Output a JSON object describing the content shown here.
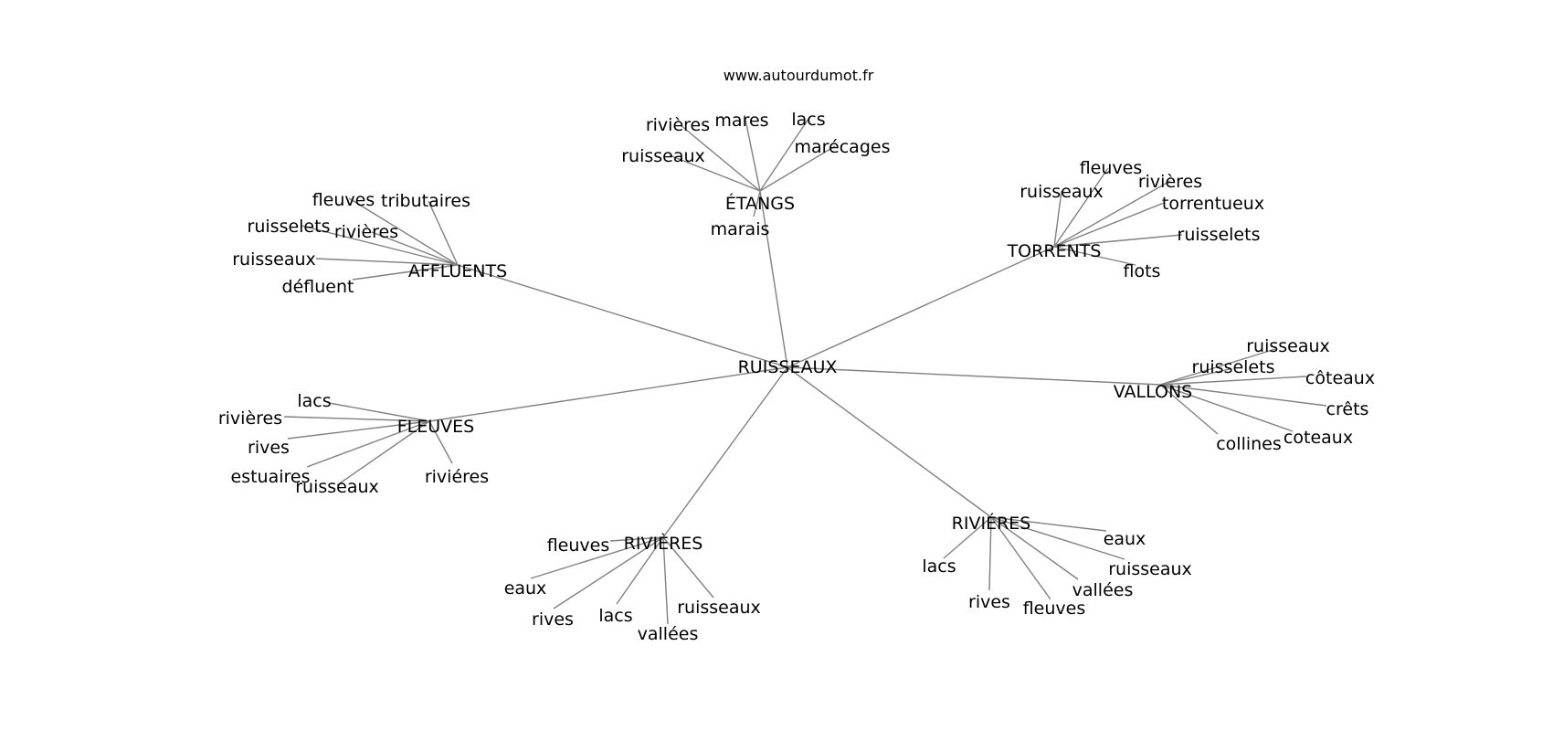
{
  "source": "www.autourdumot.fr",
  "center": "RUISSEAUX",
  "hubs": [
    {
      "label": "ÉTANGS",
      "words": [
        "rivières",
        "mares",
        "lacs",
        "marécages",
        "ruisseaux",
        "marais"
      ]
    },
    {
      "label": "AFFLUENTS",
      "words": [
        "fleuves",
        "tributaires",
        "ruisselets",
        "rivières",
        "ruisseaux",
        "défluent"
      ]
    },
    {
      "label": "TORRENTS",
      "words": [
        "fleuves",
        "ruisseaux",
        "rivières",
        "torrentueux",
        "ruisselets",
        "flots"
      ]
    },
    {
      "label": "VALLONS",
      "words": [
        "ruisseaux",
        "ruisselets",
        "côteaux",
        "crêts",
        "coteaux",
        "collines"
      ]
    },
    {
      "label": "FLEUVES",
      "words": [
        "lacs",
        "rivières",
        "rives",
        "estuaires",
        "ruisseaux",
        "riviéres"
      ]
    },
    {
      "label": "RIVIÈRES",
      "words": [
        "fleuves",
        "eaux",
        "rives",
        "lacs",
        "ruisseaux",
        "vallées"
      ]
    },
    {
      "label": "RIVIÉRES",
      "words": [
        "eaux",
        "lacs",
        "ruisseaux",
        "vallées",
        "rives",
        "fleuves"
      ]
    }
  ]
}
